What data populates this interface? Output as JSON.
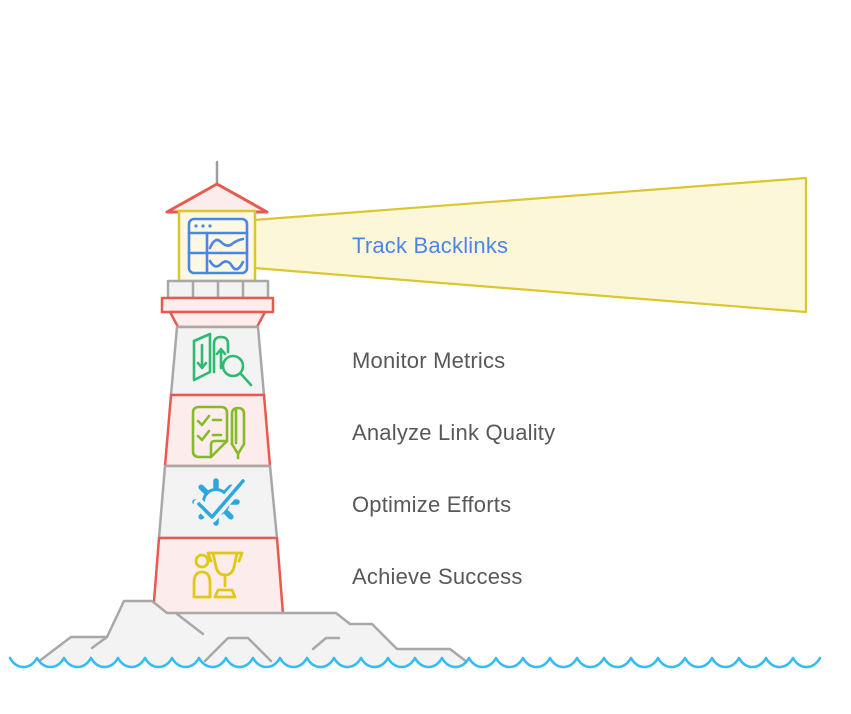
{
  "palette": {
    "background": "#ffffff",
    "red-stroke": "#e85a50",
    "pink-fill": "#fdecec",
    "gray-stroke": "#a8a8a8",
    "gray-fill": "#f3f3f3",
    "yellow-stroke": "#dcc62d",
    "cream-fill": "#fdf8e2",
    "beam-fill": "#fcf7d9",
    "blue-icon": "#4a86e8",
    "green-icon": "#2eba71",
    "olive-icon": "#85bb28",
    "sky-icon": "#2ca8dd",
    "gold-icon": "#e0c916",
    "wave-blue": "#35bdf2",
    "antenna-gray": "#9e9e9e",
    "label-gray": "#57585a",
    "label-blue": "#4a86e8"
  },
  "stages": [
    {
      "label": "Track Backlinks",
      "icon": "browser-analytics-icon",
      "style": "beam-highlight"
    },
    {
      "label": "Monitor Metrics",
      "icon": "map-search-icon",
      "style": "plain"
    },
    {
      "label": "Analyze Link Quality",
      "icon": "checklist-pen-icon",
      "style": "plain"
    },
    {
      "label": "Optimize Efforts",
      "icon": "gear-check-icon",
      "style": "plain"
    },
    {
      "label": "Achieve Success",
      "icon": "person-trophy-icon",
      "style": "plain"
    }
  ],
  "scenery": [
    "lighthouse",
    "light-beam",
    "rocks",
    "sea-waves"
  ]
}
